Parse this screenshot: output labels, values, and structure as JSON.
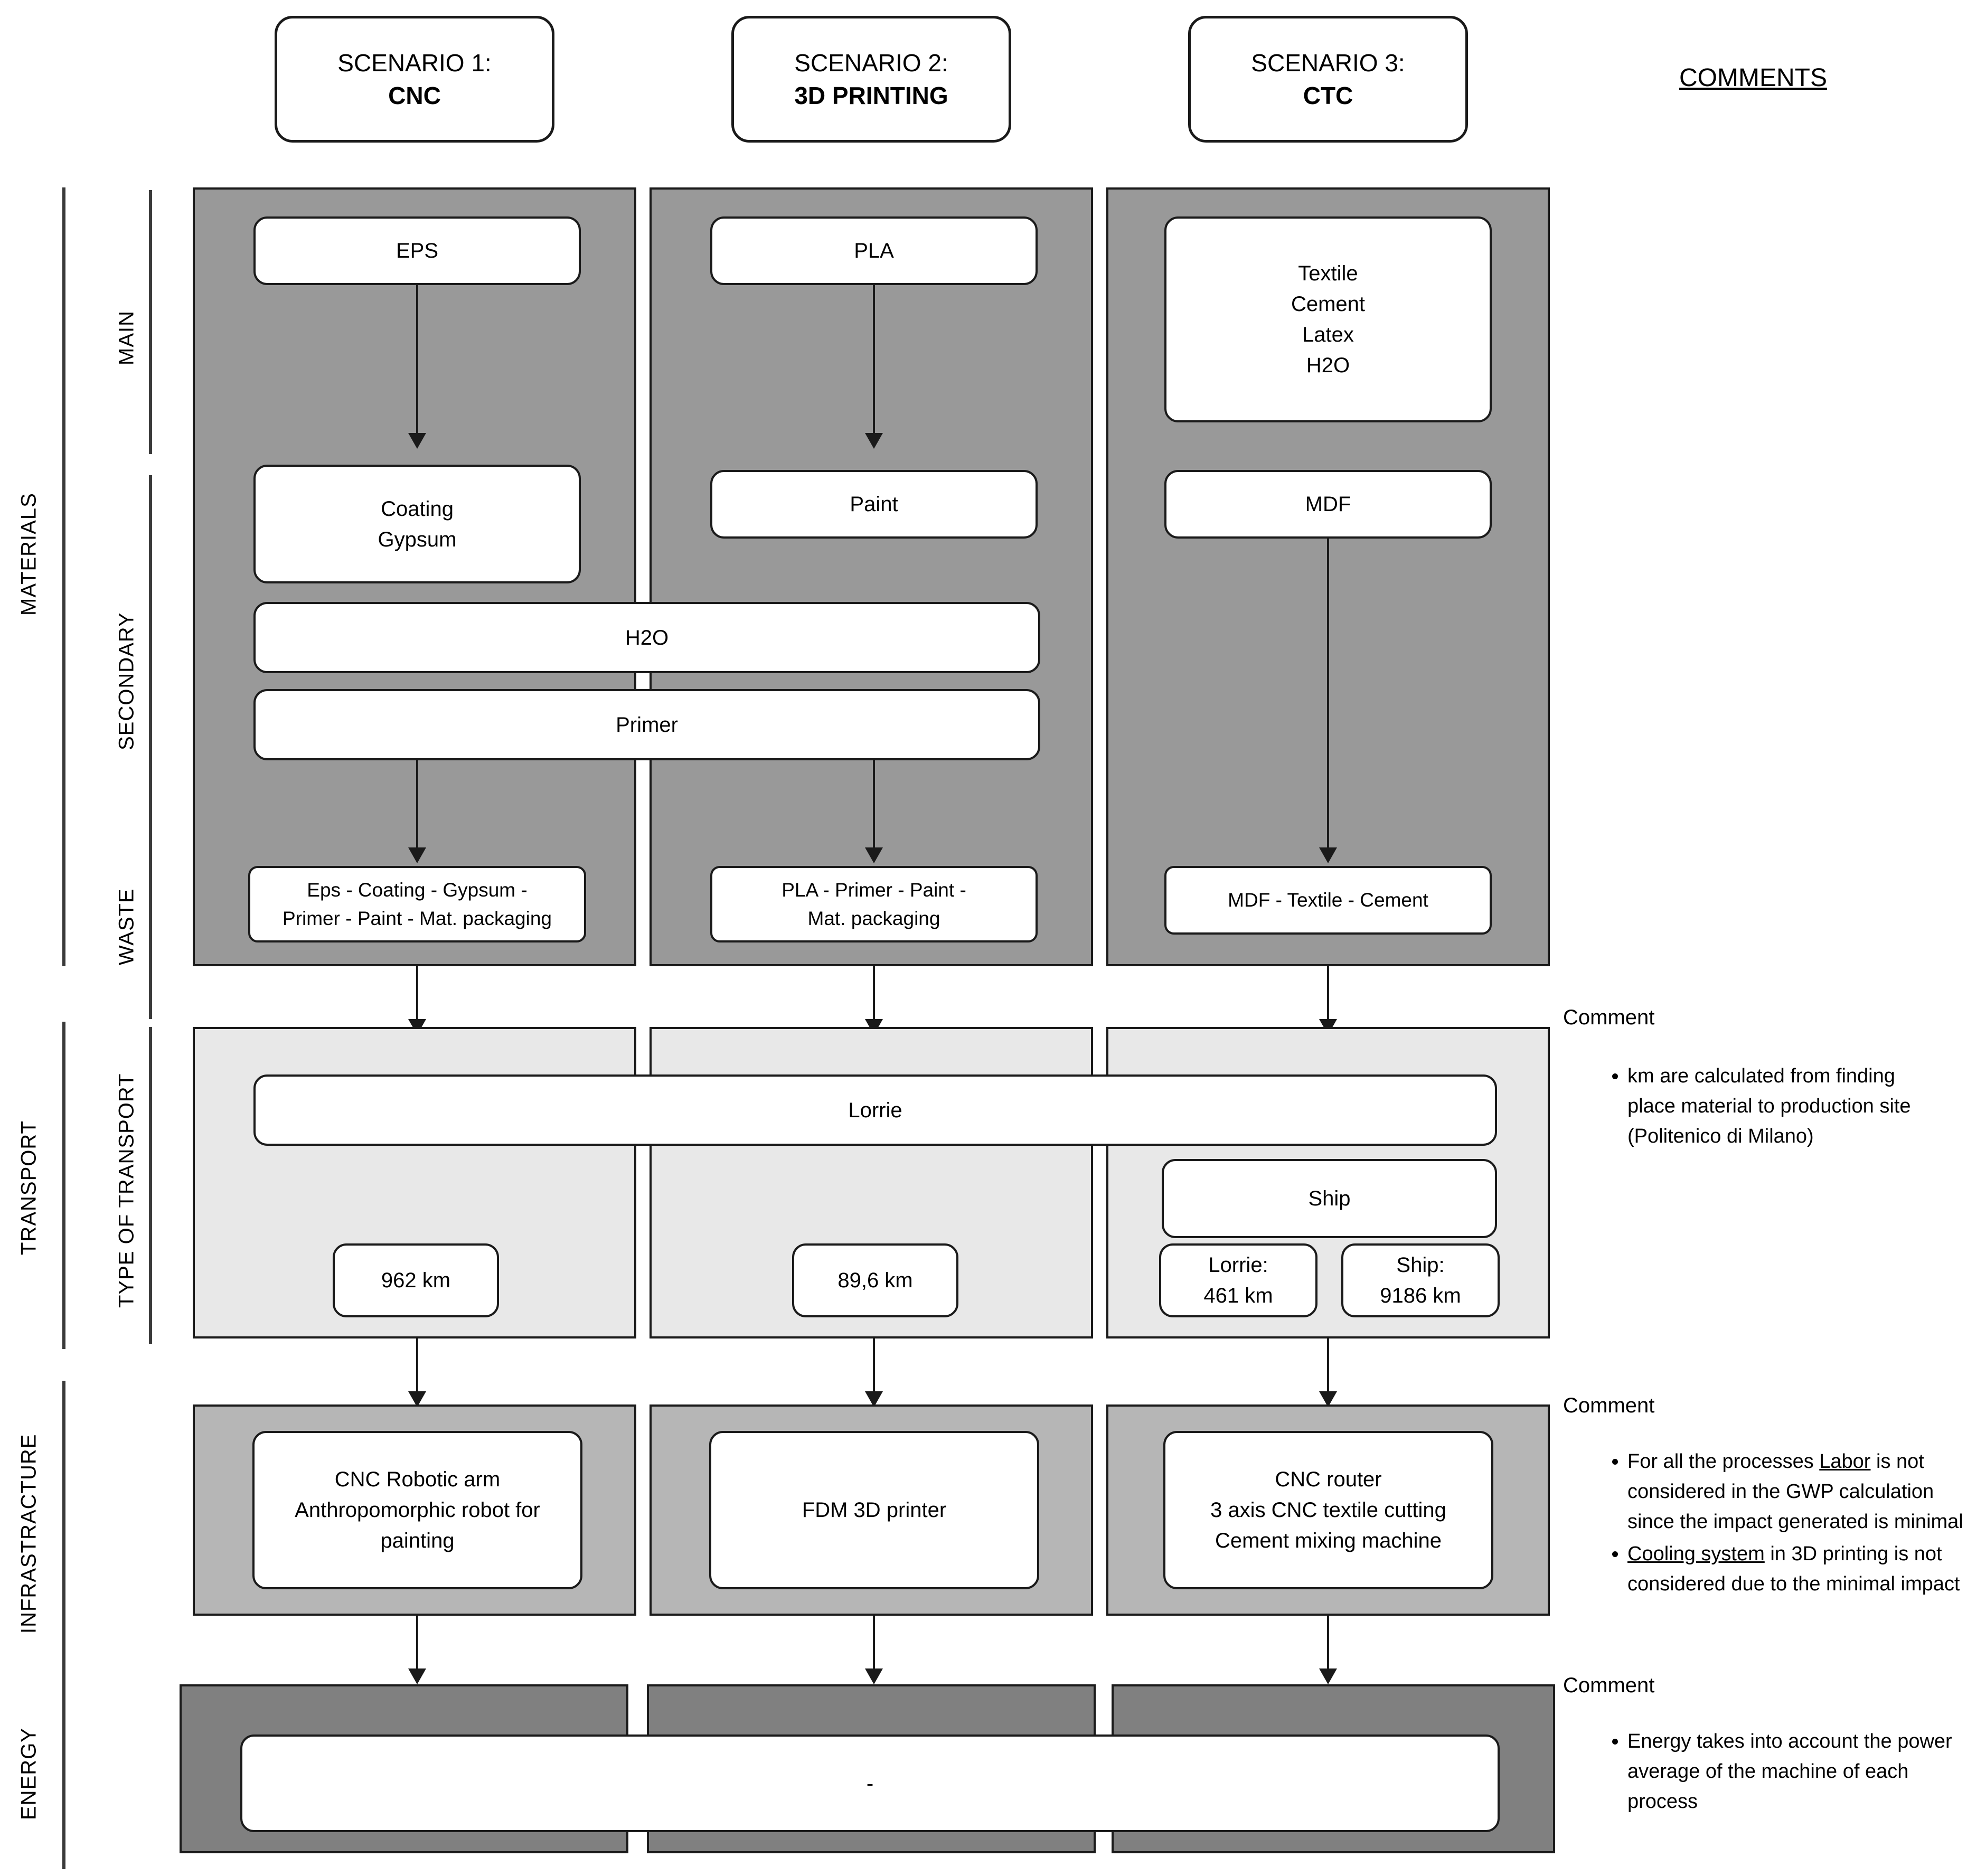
{
  "header": {
    "scenarios": [
      {
        "line1": "SCENARIO 1:",
        "line2": "CNC"
      },
      {
        "line1": "SCENARIO 2:",
        "line2": "3D PRINTING"
      },
      {
        "line1": "SCENARIO 3:",
        "line2": "CTC"
      }
    ],
    "comments_title": "COMMENTS"
  },
  "axis": {
    "materials": "MATERIALS",
    "main": "MAIN",
    "secondary": "SECONDARY",
    "waste": "WASTE",
    "transport": "TRANSPORT",
    "type_of_transport": "TYPE OF TRANSPORT",
    "infrastructure": "INFRASTRACTURE",
    "energy": "ENERGY"
  },
  "materials": {
    "main": [
      "EPS",
      "PLA",
      "Textile\nCement\nLatex\nH2O"
    ],
    "secondary": [
      "Coating\nGypsum",
      "Paint",
      "MDF"
    ],
    "shared": [
      "H2O",
      "Primer"
    ],
    "waste": [
      "Eps - Coating - Gypsum -\nPrimer - Paint - Mat. packaging",
      "PLA - Primer - Paint -\nMat. packaging",
      "MDF - Textile - Cement"
    ]
  },
  "transport": {
    "shared_mode": "Lorrie",
    "ship_mode": "Ship",
    "distances": [
      "962 km",
      "89,6 km"
    ],
    "ctc_distances": [
      {
        "mode": "Lorrie:",
        "value": "461 km"
      },
      {
        "mode": "Ship:",
        "value": "9186 km"
      }
    ]
  },
  "infrastructure": {
    "items": [
      "CNC Robotic arm\nAnthropomorphic robot for\npainting",
      "FDM 3D printer",
      "CNC router\n3 axis CNC textile cutting\nCement mixing machine"
    ]
  },
  "energy": {
    "value": "-"
  },
  "comments": {
    "transport": {
      "label": "Comment",
      "bullets": [
        "km are calculated from finding place material to production site (Politenico di Milano)"
      ]
    },
    "infrastructure": {
      "label": "Comment",
      "bullets": [
        "For all the processes Labor is not considered in the GWP calculation since the impact generated is minimal",
        "Cooling system in 3D printing is not considered due to the minimal impact"
      ]
    },
    "energy": {
      "label": "Comment",
      "bullets": [
        "Energy takes into account the power average of the machine of each process"
      ]
    }
  },
  "colors": {
    "materials_panel": "#999999",
    "transport_panel": "#e8e8e8",
    "infrastructure_panel": "#b6b6b6",
    "energy_panel": "#808080",
    "outline": "#1a1a1a"
  }
}
